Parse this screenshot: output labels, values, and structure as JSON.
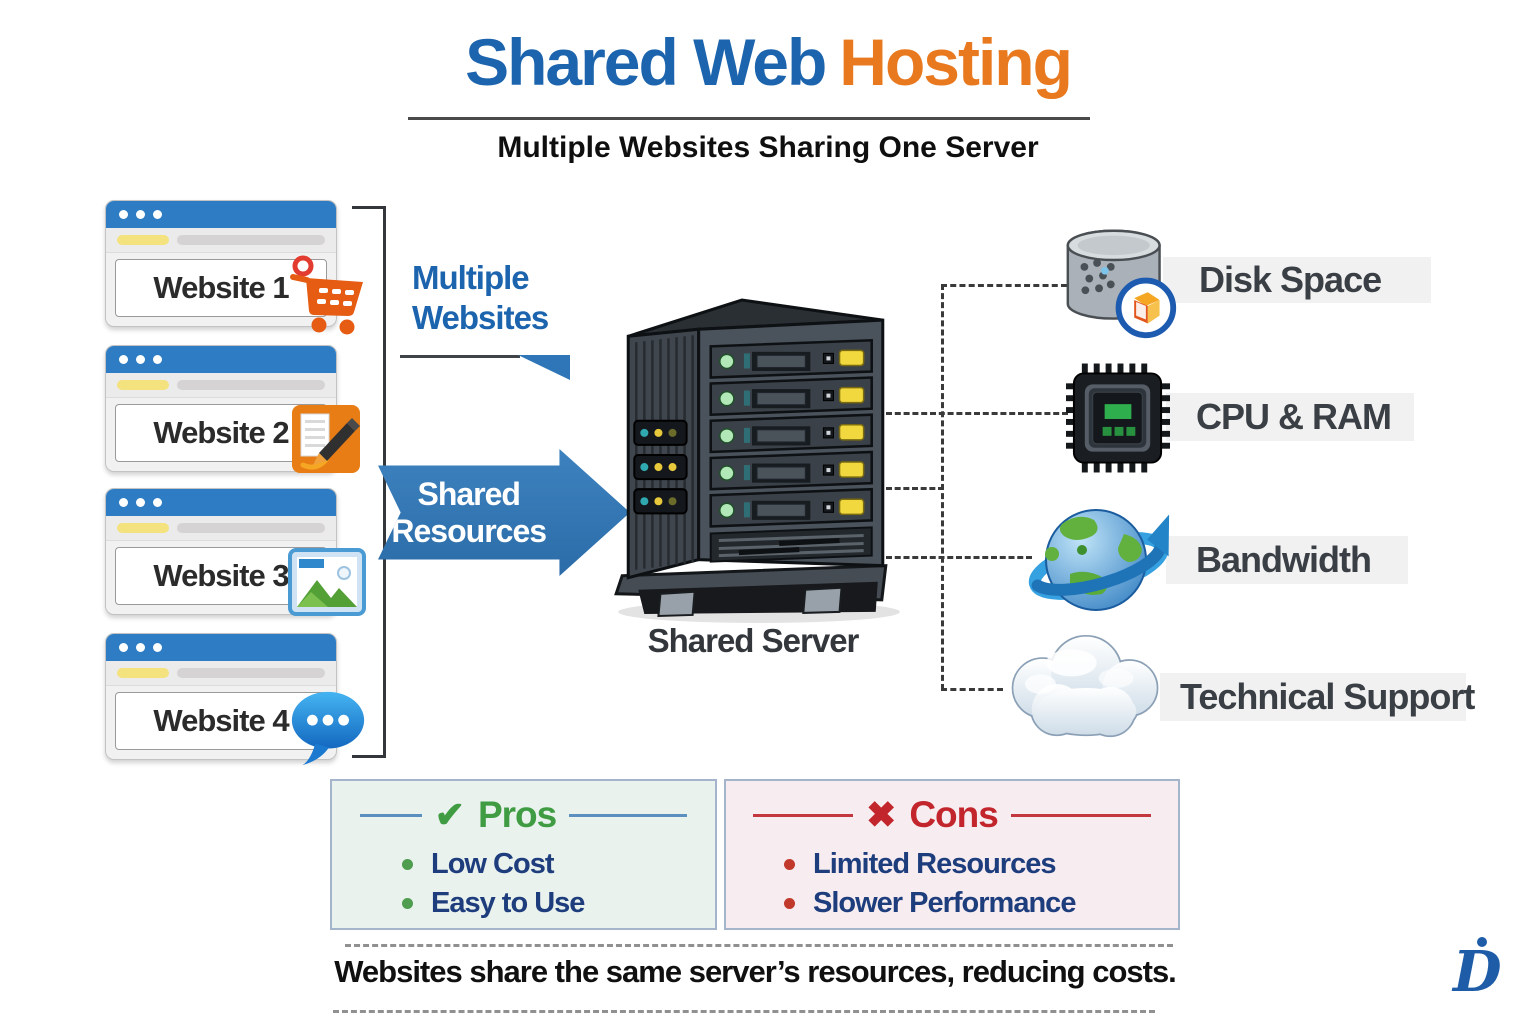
{
  "title": {
    "blue": "Shared Web",
    "orange": "Hosting"
  },
  "subtitle": "Multiple Websites Sharing One Server",
  "websites": [
    {
      "label": "Website 1",
      "icon": "shopping-cart-icon"
    },
    {
      "label": "Website 2",
      "icon": "edit-note-icon"
    },
    {
      "label": "Website 3",
      "icon": "image-icon"
    },
    {
      "label": "Website 4",
      "icon": "chat-bubble-icon"
    }
  ],
  "flow": {
    "group_label": "Multiple Websites",
    "arrow_label": "Shared Resources",
    "server_label": "Shared Server"
  },
  "resources": [
    {
      "label": "Disk Space",
      "icon": "disk-cylinder-icon"
    },
    {
      "label": "CPU & RAM",
      "icon": "cpu-chip-icon"
    },
    {
      "label": "Bandwidth",
      "icon": "globe-icon"
    },
    {
      "label": "Technical Support",
      "icon": "cloud-icon"
    }
  ],
  "pros": {
    "mark": "✔",
    "heading": "Pros",
    "items": [
      "Low Cost",
      "Easy to Use"
    ]
  },
  "cons": {
    "mark": "✖",
    "heading": "Cons",
    "items": [
      "Limited Resources",
      "Slower Performance"
    ]
  },
  "footer": "Websites share the same server’s resources, reducing costs.",
  "logo": {
    "letter": "D"
  },
  "colors": {
    "title_blue": "#1c64ad",
    "title_orange": "#e9791f",
    "browser_bar_blue": "#2e7dc4",
    "arrow_blue": "#2f76b8",
    "pros_green": "#3f9c42",
    "cons_red": "#c2262c",
    "bullet_navy": "#1e3d7d"
  }
}
